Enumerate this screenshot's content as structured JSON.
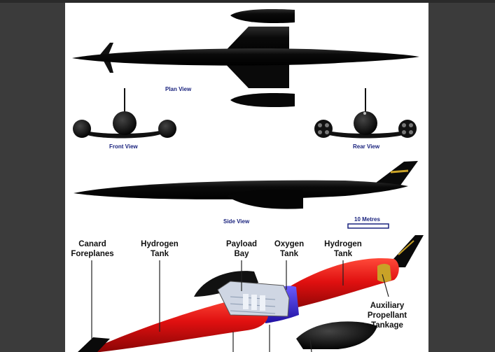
{
  "views": {
    "plan": "Plan View",
    "front": "Front View",
    "rear": "Rear View",
    "side": "Side View"
  },
  "scale_bar": "10 Metres",
  "callouts": {
    "canard": [
      "Canard",
      "Foreplanes"
    ],
    "hydrogen_front": [
      "Hydrogen",
      "Tank"
    ],
    "payload": [
      "Payload",
      "Bay"
    ],
    "oxygen": [
      "Oxygen",
      "Tank"
    ],
    "hydrogen_rear": [
      "Hydrogen",
      "Tank"
    ],
    "auxiliary": [
      "Auxiliary",
      "Propellant",
      "Tankage"
    ]
  },
  "colors": {
    "hull": "#0c0c0c",
    "hydrogen_tank": "#e01010",
    "oxygen_tank": "#3a2ad8",
    "label_blue": "#1a237e",
    "aux_gold": "#c9a227"
  }
}
